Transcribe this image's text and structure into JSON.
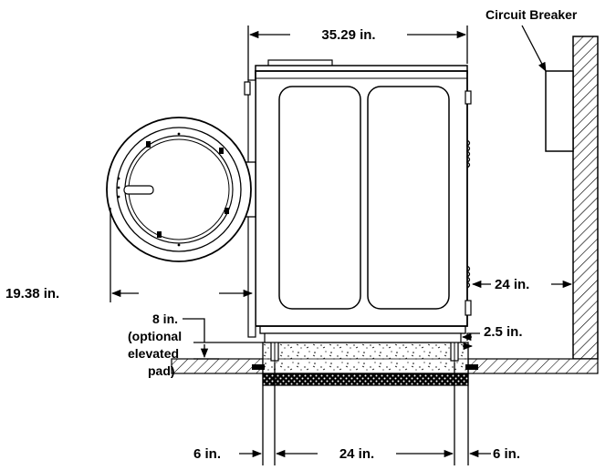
{
  "diagram": {
    "labels": {
      "circuit_breaker": "Circuit Breaker",
      "width": "35.29 in.",
      "door_depth": "19.38 in.",
      "wall_clearance": "24 in.",
      "pad_height_value": "8 in.",
      "pad_height_note_1": "(optional",
      "pad_height_note_2": "elevated",
      "pad_height_note_3": "pad)",
      "pad_overhang": "2.5 in.",
      "left_margin": "6 in.",
      "anchor_spacing": "24 in.",
      "right_margin": "6 in."
    }
  }
}
